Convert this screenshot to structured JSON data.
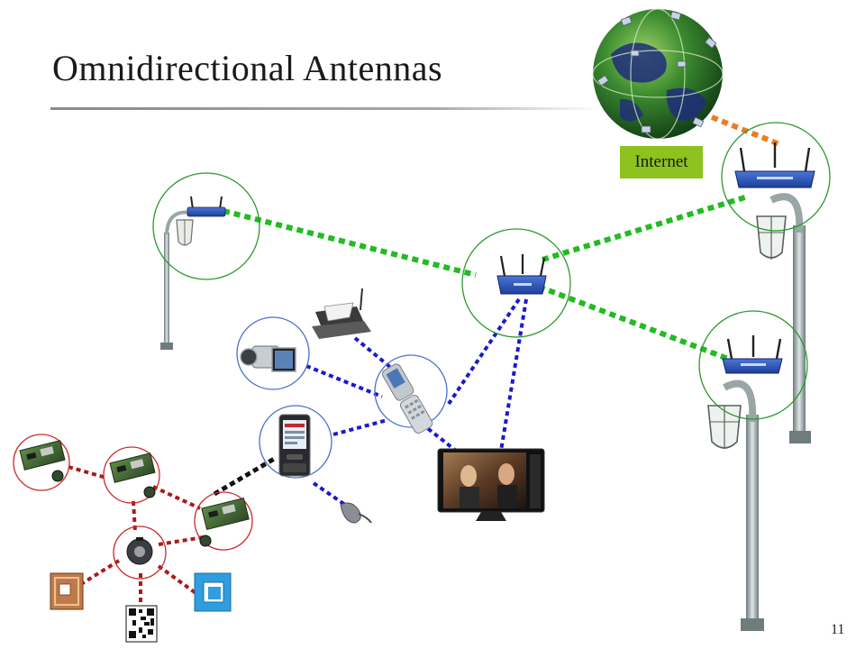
{
  "slide": {
    "title": "Omnidirectional Antennas",
    "internet_label": "Internet",
    "page_number": "11"
  },
  "colors": {
    "wifi_backbone": "#22bb22",
    "internet_uplink": "#ee7a22",
    "personal_area": "#1a1acc",
    "sensor_mesh": "#aa1a1a",
    "gateway_link": "#111111",
    "router_circle": "#2a9a2a",
    "device_circle": "#4a6fd0",
    "sensor_circle": "#cc2a2a",
    "internet_label_bg": "#8dc21f"
  },
  "icons": {
    "globe": "globe-icon",
    "router": "wireless-router-icon",
    "lamp_post": "street-lamp-icon",
    "printer": "printer-icon",
    "camcorder": "camcorder-icon",
    "flip_phone": "flip-phone-icon",
    "smartphone": "smartphone-icon",
    "tv": "flat-tv-icon",
    "sensor_board": "sensor-board-icon",
    "sensor_node": "sensor-node-icon",
    "rfid_tag": "rfid-tag-icon",
    "qr_code": "qr-code-icon",
    "nfc_card": "nfc-card-icon",
    "headset": "headset-icon"
  }
}
